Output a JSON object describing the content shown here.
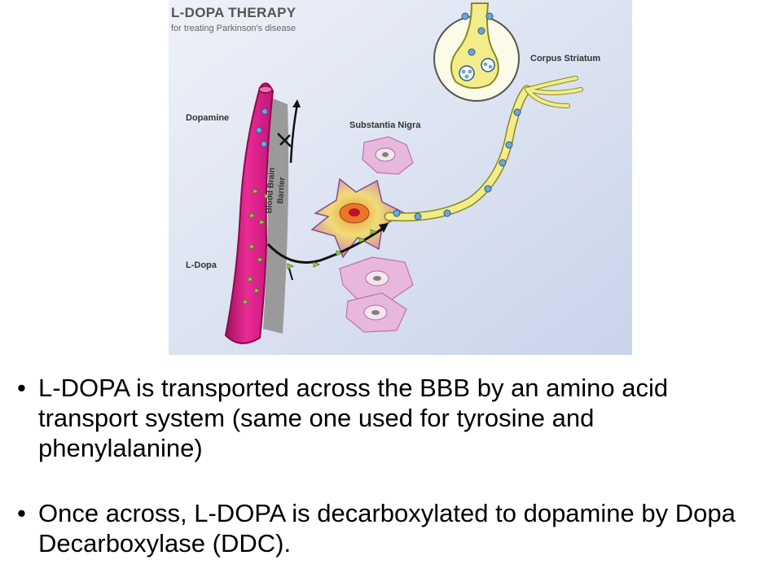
{
  "figure": {
    "title": "L-DOPA THERAPY",
    "subtitle": "for treating Parkinson's disease",
    "labels": {
      "dopamine": "Dopamine",
      "ldopa": "L-Dopa",
      "substantia_nigra": "Substantia Nigra",
      "corpus_striatum": "Corpus Striatum",
      "bbb_line1": "Blood Brain",
      "bbb_line2": "Barrier"
    },
    "colors": {
      "background": "#dde4f2",
      "vessel": "#e0208a",
      "neuron_yellow": "#f2ec8a",
      "neuron_pink": "#e8b8dc",
      "dopamine_dot": "#6aa8d8",
      "ldopa_triangle": "#9ad04a"
    }
  },
  "bullets": [
    {
      "marker": "•",
      "text": "L-DOPA is transported across the BBB by an amino acid transport system (same one used for tyrosine and phenylalanine)"
    },
    {
      "marker": "•",
      "text": "Once across, L-DOPA is decarboxylated to dopamine by Dopa Decarboxylase (DDC)."
    }
  ]
}
